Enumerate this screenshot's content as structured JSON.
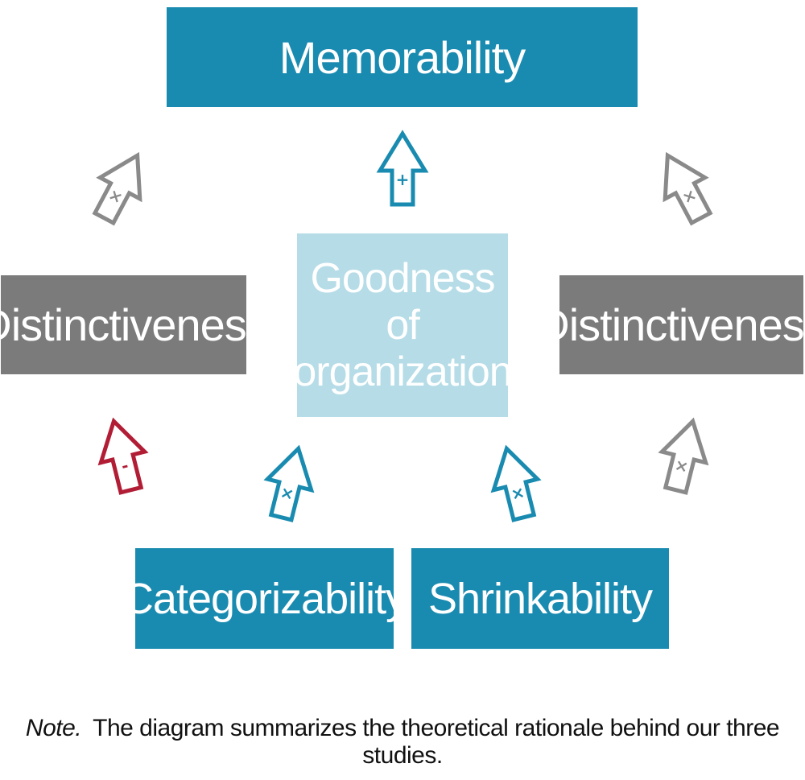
{
  "colors": {
    "teal": "#1a8bb0",
    "light_teal": "#b5dce7",
    "gray": "#7b7b7b",
    "red": "#b21d36",
    "white": "#ffffff"
  },
  "boxes": {
    "memorability": "Memorability",
    "goodness": "Goodness of organization",
    "distinctiveness_left": "Distinctiveness",
    "distinctiveness_right": "Distinctiveness",
    "categorizability": "Categorizability",
    "shrinkability": "Shrinkability"
  },
  "arrows": [
    {
      "id": "goodness-to-memorability",
      "from": "Goodness of organization",
      "to": "Memorability",
      "sign": "+",
      "color": "teal"
    },
    {
      "id": "distinctiveness-left-to-memorability",
      "from": "Distinctiveness",
      "to": "Memorability",
      "sign": "×",
      "color": "gray"
    },
    {
      "id": "distinctiveness-right-to-memorability",
      "from": "Distinctiveness",
      "to": "Memorability",
      "sign": "×",
      "color": "gray"
    },
    {
      "id": "categorizability-to-distinctiveness-left",
      "from": "Categorizability",
      "to": "Distinctiveness",
      "sign": "-",
      "color": "red"
    },
    {
      "id": "categorizability-to-goodness",
      "from": "Categorizability",
      "to": "Goodness of organization",
      "sign": "×",
      "color": "teal"
    },
    {
      "id": "shrinkability-to-goodness",
      "from": "Shrinkability",
      "to": "Goodness of organization",
      "sign": "×",
      "color": "teal"
    },
    {
      "id": "shrinkability-to-distinctiveness-right",
      "from": "Shrinkability",
      "to": "Distinctiveness",
      "sign": "×",
      "color": "gray"
    }
  ],
  "note": {
    "label": "Note.",
    "text": "The diagram summarizes the theoretical rationale behind our three studies."
  }
}
